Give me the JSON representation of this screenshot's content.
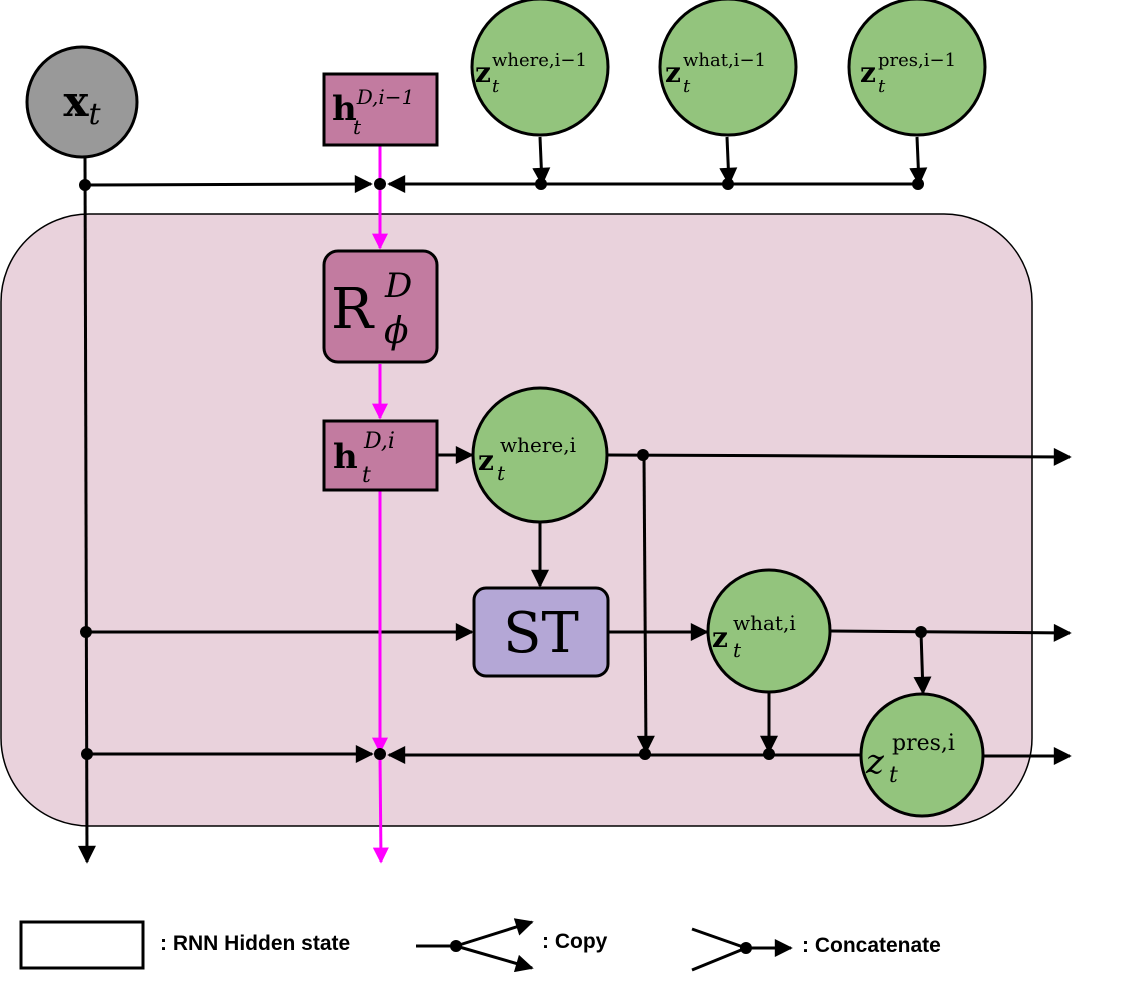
{
  "colors": {
    "region_fill": "#e9d2dc",
    "region_stroke": "#000000",
    "hidden_fill": "#c27ba0",
    "st_fill": "#b4a7d6",
    "latent_fill": "#93c47d",
    "observed_fill": "#999999",
    "hidden_path": "#ff00ff"
  },
  "nodes": {
    "x_t": {
      "base": "x",
      "sub": "t"
    },
    "h_prev": {
      "base": "h",
      "sup": "D,i−1",
      "sub": "t"
    },
    "where_prev": {
      "base": "z",
      "sup": "where,i−1",
      "sub": "t"
    },
    "what_prev": {
      "base": "z",
      "sup": "what,i−1",
      "sub": "t"
    },
    "pres_prev": {
      "base": "z",
      "sup": "pres,i−1",
      "sub": "t"
    },
    "rnn": {
      "base": "R",
      "sup": "D",
      "sub": "ϕ"
    },
    "h_cur": {
      "base": "h",
      "sup": "D,i",
      "sub": "t"
    },
    "where_cur": {
      "base": "z",
      "sup": "where,i",
      "sub": "t"
    },
    "st": {
      "label": "ST"
    },
    "what_cur": {
      "base": "z",
      "sup": "what,i",
      "sub": "t"
    },
    "pres_cur": {
      "base": "z",
      "sup": "pres,i",
      "sub": "t"
    }
  },
  "legend": {
    "hidden_state": ": RNN Hidden state",
    "copy": ": Copy",
    "concatenate": ": Concatenate"
  }
}
